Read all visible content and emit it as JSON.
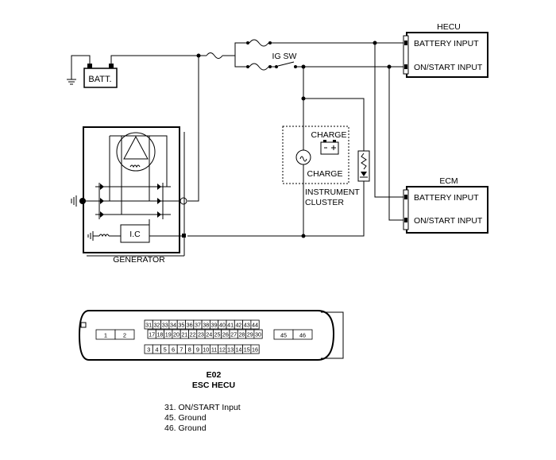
{
  "labels": {
    "battery": "BATT.",
    "ig_switch": "IG SW",
    "generator": "GENERATOR",
    "ic": "I.C",
    "charge_lamp_label": "CHARGE",
    "charge_title": "CHARGE",
    "instrument_cluster_line1": "INSTRUMENT",
    "instrument_cluster_line2": "CLUSTER"
  },
  "hecu": {
    "title": "HECU",
    "battery_input": "BATTERY INPUT",
    "on_start_input": "ON/START INPUT"
  },
  "ecm": {
    "title": "ECM",
    "battery_input": "BATTERY INPUT",
    "on_start_input": "ON/START INPUT"
  },
  "connector": {
    "code": "E02",
    "name": "ESC HECU",
    "left_pins": [
      "1",
      "2"
    ],
    "top_row": [
      "31",
      "32",
      "33",
      "34",
      "35",
      "36",
      "37",
      "38",
      "39",
      "40",
      "41",
      "42",
      "43",
      "44"
    ],
    "middle_row": [
      "17",
      "18",
      "19",
      "20",
      "21",
      "22",
      "23",
      "24",
      "25",
      "26",
      "27",
      "28",
      "29",
      "30"
    ],
    "bottom_row": [
      "3",
      "4",
      "5",
      "6",
      "7",
      "8",
      "9",
      "10",
      "11",
      "12",
      "13",
      "14",
      "15",
      "16"
    ],
    "right_pins": [
      "45",
      "46"
    ]
  },
  "pin_notes": [
    "31. ON/START Input",
    "45. Ground",
    "46. Ground"
  ],
  "colors": {
    "line": "#000000",
    "background": "#ffffff"
  }
}
